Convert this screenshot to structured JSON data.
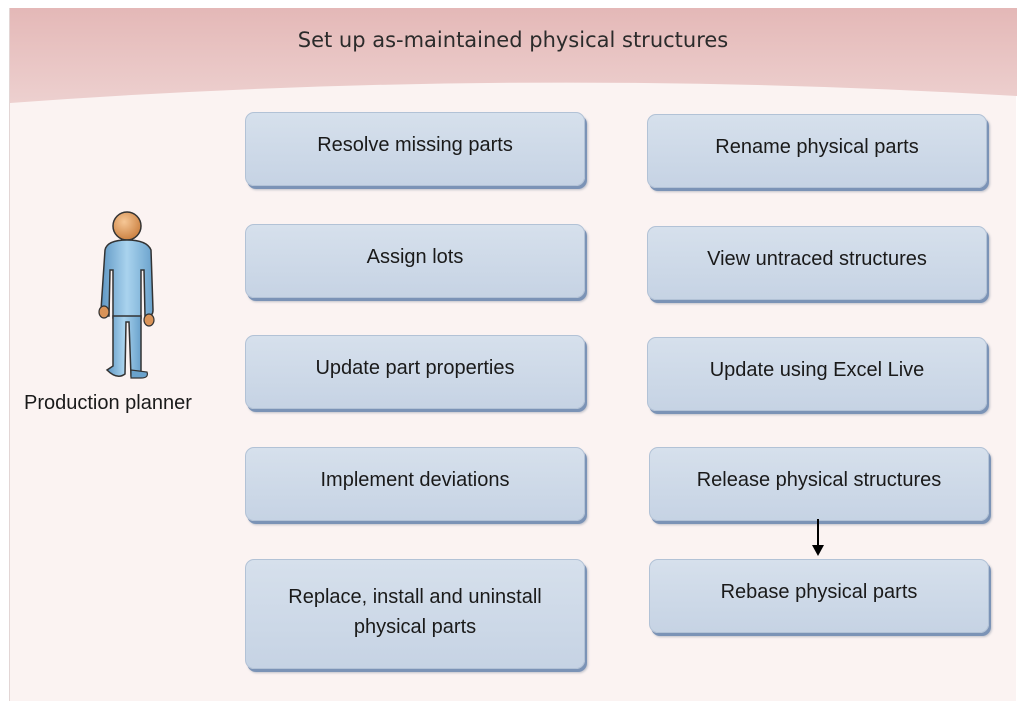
{
  "title": "Set up as-maintained physical structures",
  "actor": {
    "label": "Production planner",
    "icon": "person-icon"
  },
  "left_tasks": [
    "Resolve missing parts",
    "Assign lots",
    "Update part properties",
    "Implement deviations",
    "Replace, install and uninstall physical parts"
  ],
  "right_tasks": [
    "Rename physical parts",
    "View untraced structures",
    "Update using Excel Live",
    "Release physical structures",
    "Rebase physical parts"
  ],
  "colors": {
    "banner": "#e8c3c2",
    "background": "#fbf3f2",
    "box_fill": "#cdd8e7",
    "box_shadow": "#7b93b6",
    "actor_body": "#7fb3d6",
    "actor_head": "#e3a46a"
  }
}
